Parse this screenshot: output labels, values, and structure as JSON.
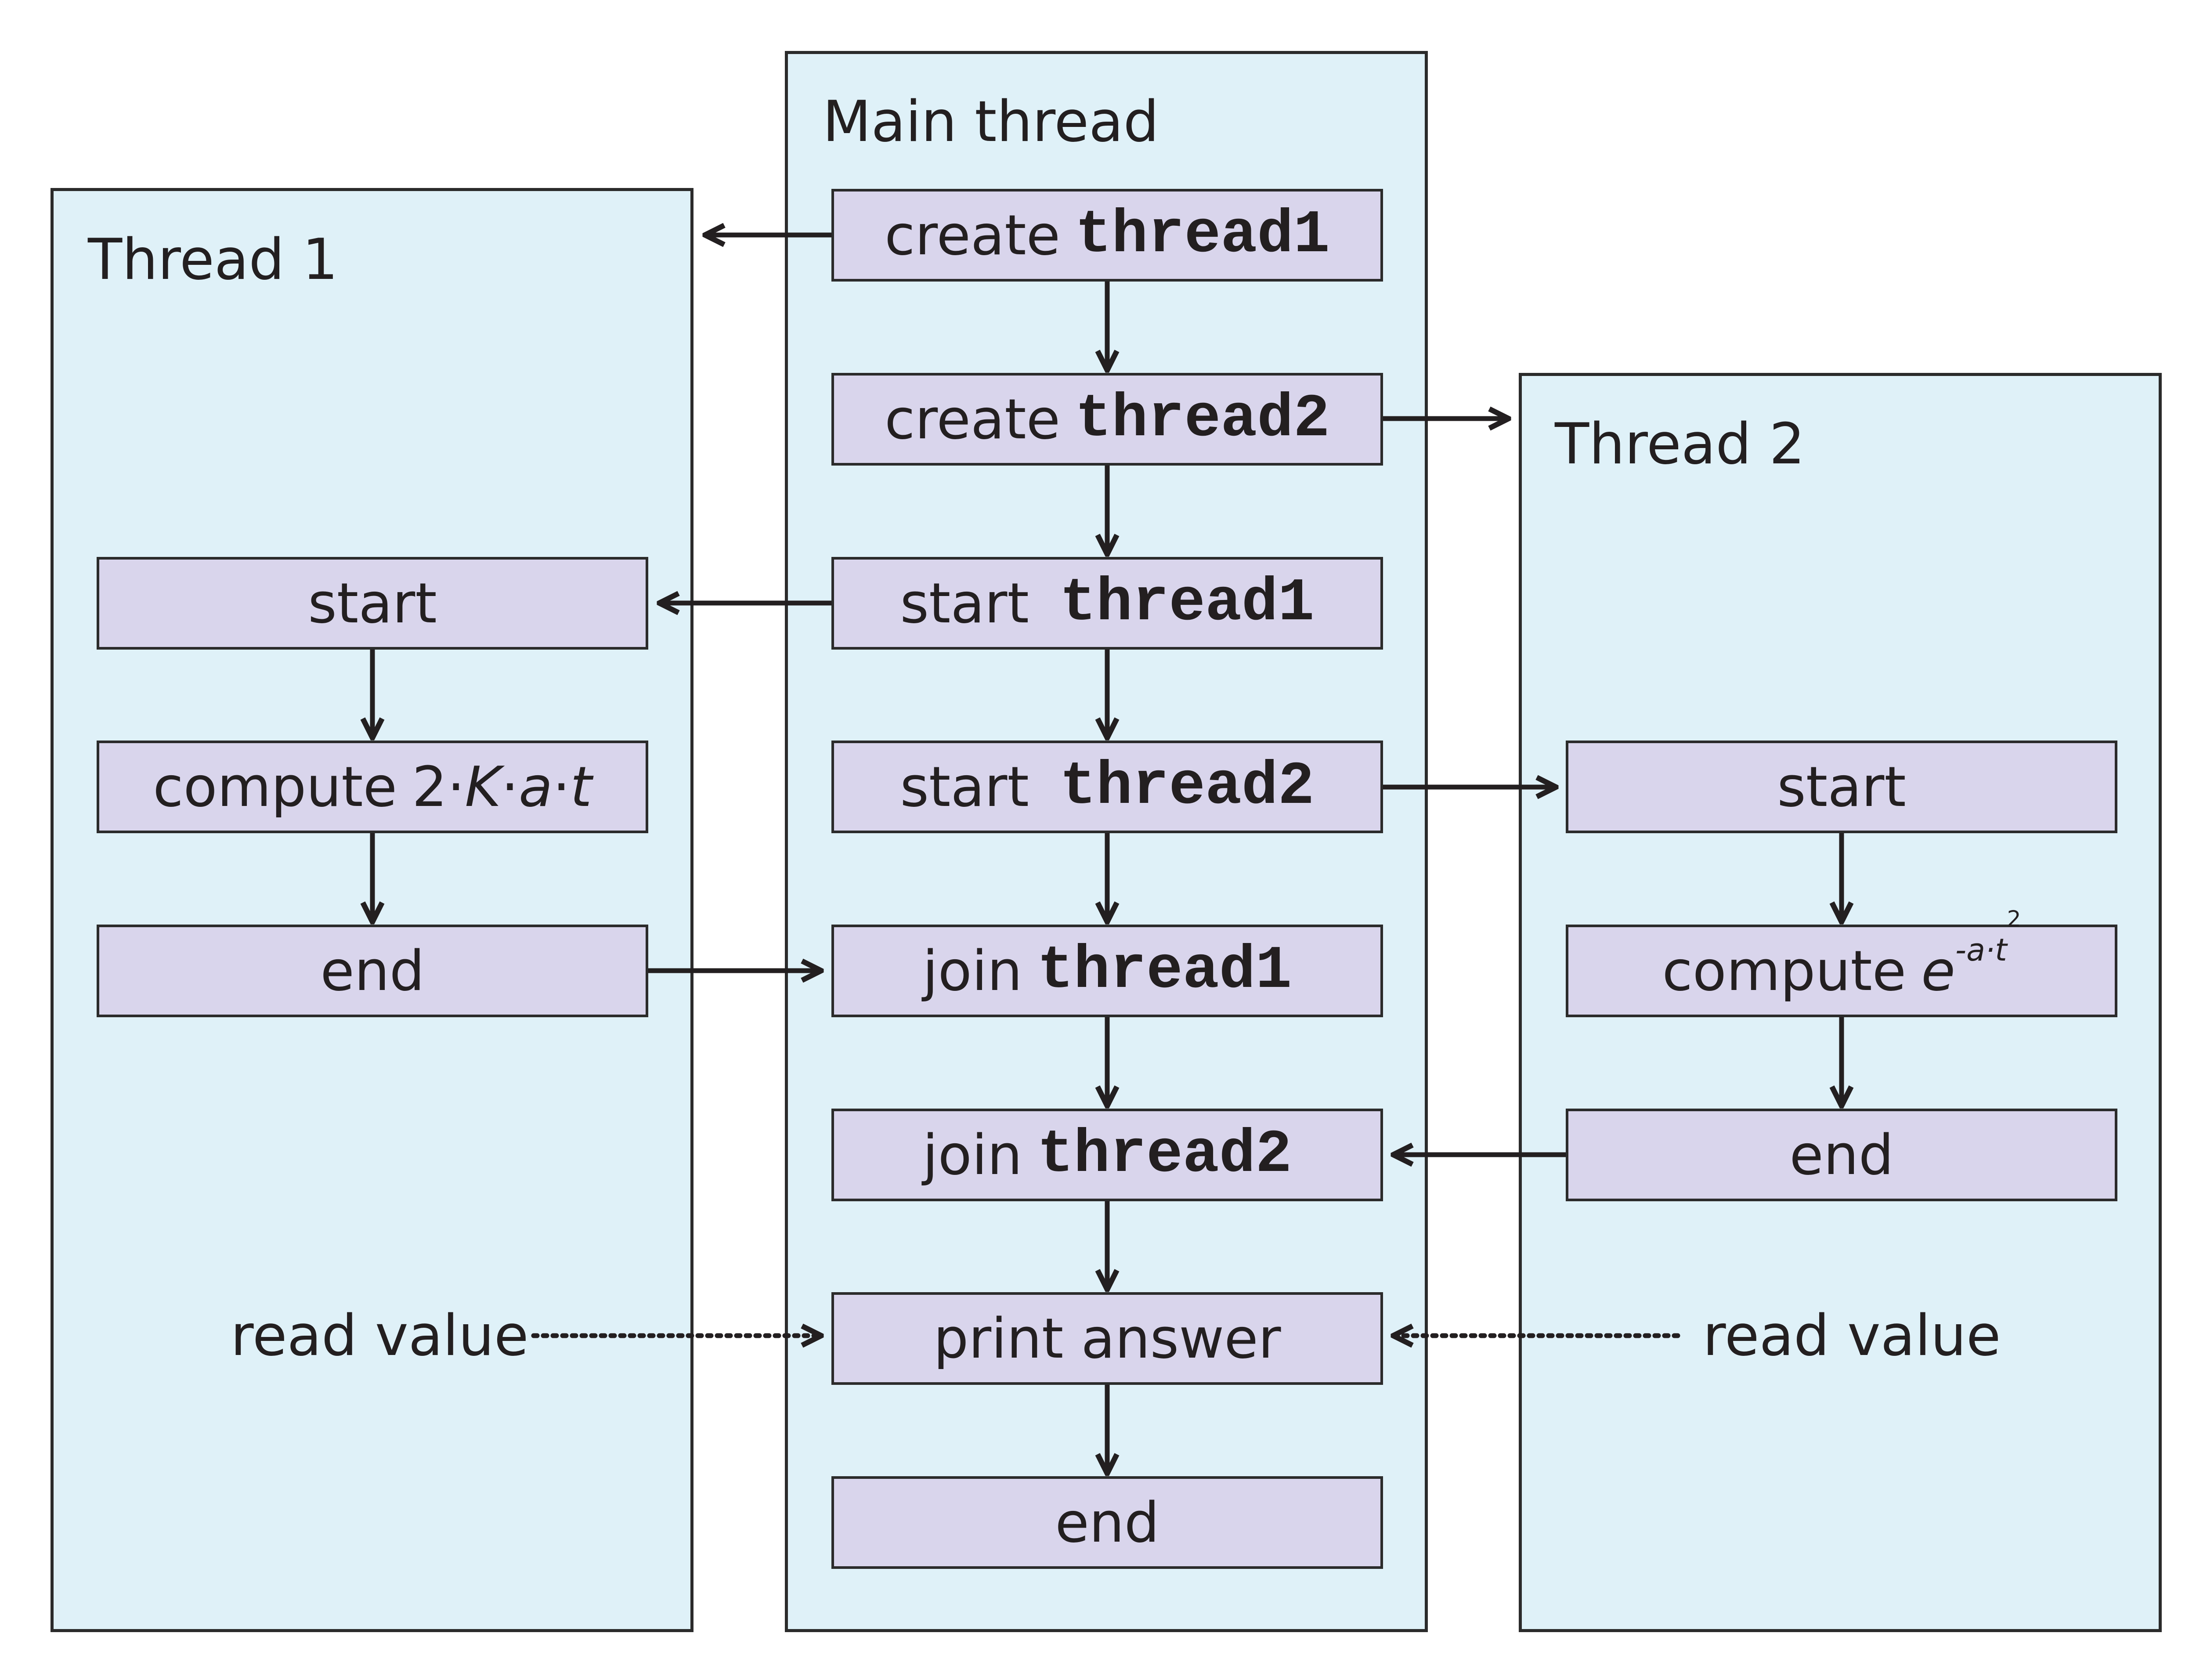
{
  "panels": {
    "thread1": {
      "title": "Thread 1"
    },
    "main": {
      "title": "Main thread"
    },
    "thread2": {
      "title": "Thread 2"
    }
  },
  "main_steps": {
    "create1": {
      "verb": "create",
      "target": "thread1"
    },
    "create2": {
      "verb": "create",
      "target": "thread2"
    },
    "start1": {
      "verb": "start",
      "target": "thread1"
    },
    "start2": {
      "verb": "start",
      "target": "thread2"
    },
    "join1": {
      "verb": "join",
      "target": "thread1"
    },
    "join2": {
      "verb": "join",
      "target": "thread2"
    },
    "print": "print answer",
    "end": "end"
  },
  "thread1_steps": {
    "start": "start",
    "compute_prefix": "compute",
    "compute_formula": {
      "coef": "2·",
      "k": "K",
      "dot1": "·",
      "a": "a",
      "dot2": "·",
      "t": "t"
    },
    "end": "end"
  },
  "thread2_steps": {
    "start": "start",
    "compute_prefix": "compute",
    "compute_formula": {
      "base": "e",
      "exponent": "-a·t",
      "exponent_power": "2"
    },
    "end": "end"
  },
  "labels": {
    "thread1_read": "read value",
    "thread2_read": "read value"
  },
  "colors": {
    "panel_fill": "#dff1f8",
    "box_fill": "#d9d5ec",
    "stroke": "#2b2b2b",
    "text": "#231f20"
  }
}
